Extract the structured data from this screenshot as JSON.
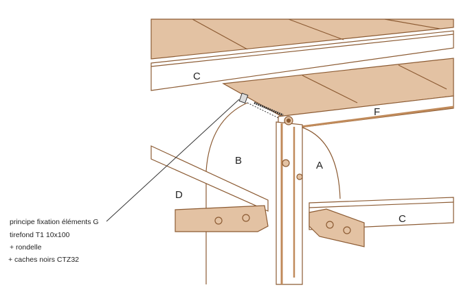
{
  "labels": {
    "c_top": "C",
    "f": "F",
    "b": "B",
    "a": "A",
    "d": "D",
    "c_right": "C"
  },
  "notes": [
    "principe fixation éléments G",
    "tirefond T1 10x100",
    "+ rondelle",
    "+ caches noirs CTZ32"
  ],
  "colors": {
    "wood": "#e3c2a3",
    "stroke": "#8b5a32",
    "line": "#333333"
  }
}
